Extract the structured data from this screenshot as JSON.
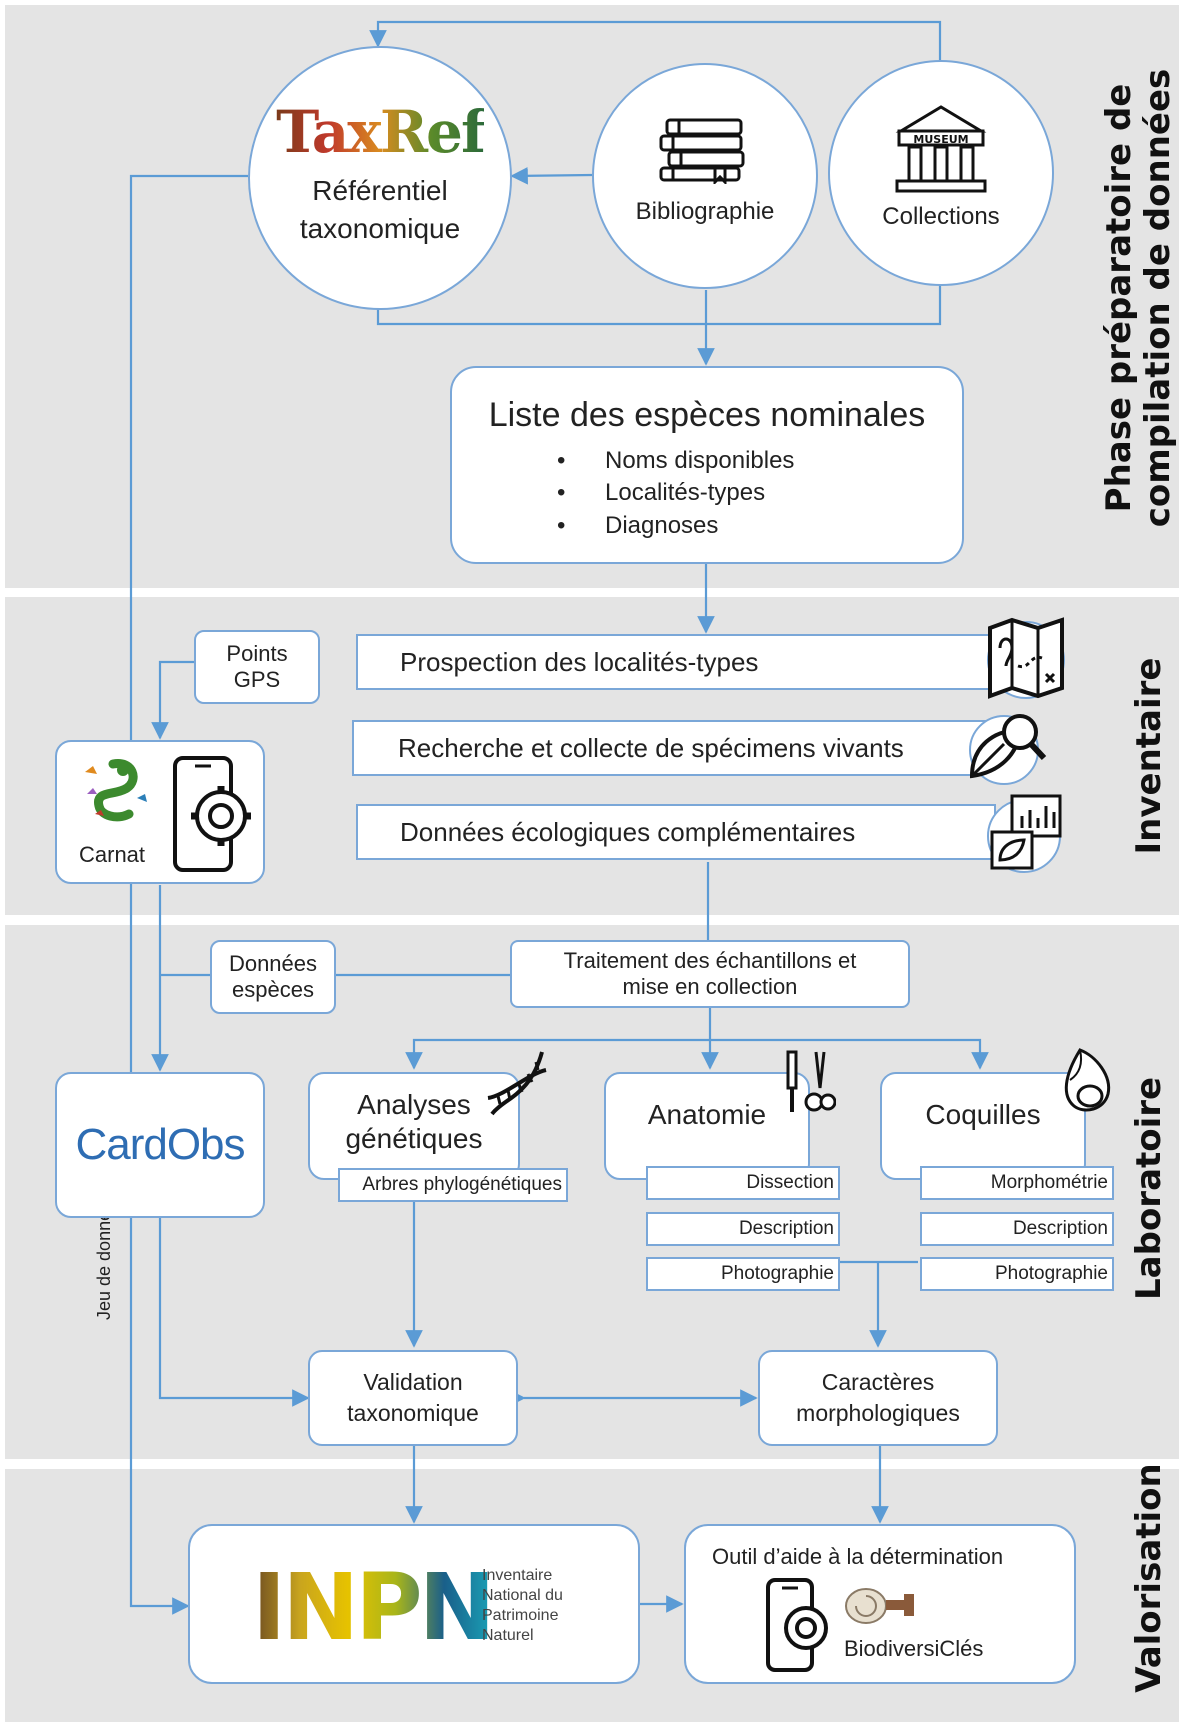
{
  "phases": {
    "compilation": "Phase préparatoire de\ncompilation de données",
    "inventaire": "Inventaire",
    "laboratoire": "Laboratoire",
    "valorisation": "Valorisation"
  },
  "sources": {
    "taxref_logo": "TaxRef",
    "taxref_label": "Référentiel\ntaxonomique",
    "bibliographie": "Bibliographie",
    "museum_sign": "MUSEUM",
    "collections": "Collections"
  },
  "liste": {
    "title": "Liste des espèces nominales",
    "items": [
      "Noms disponibles",
      "Localités-types",
      "Diagnoses"
    ]
  },
  "inventaire": {
    "gps": "Points\nGPS",
    "carnat": "Carnat",
    "steps": [
      "Prospection des localités-types",
      "Recherche et collecte de spécimens vivants",
      "Données écologiques complémentaires"
    ]
  },
  "laboratoire": {
    "donnees_especes": "Données\nespèces",
    "traitement": "Traitement des échantillons et\nmise en collection",
    "cardobs": "CardObs",
    "analyses": "Analyses\ngénétiques",
    "arbres": "Arbres phylogénétiques",
    "anatomie": "Anatomie",
    "anatomie_subs": [
      "Dissection",
      "Description",
      "Photographie"
    ],
    "coquilles": "Coquilles",
    "coquilles_subs": [
      "Morphométrie",
      "Description",
      "Photographie"
    ],
    "validation": "Validation\ntaxonomique",
    "caracteres": "Caractères\nmorphologiques",
    "jeu": "Jeu de données"
  },
  "valorisation": {
    "inpn_logo": "INPN",
    "inpn_text": "Inventaire\nNational du\nPatrimoine\nNaturel",
    "outil": "Outil d’aide à la détermination",
    "biodiversicles": "BiodiversiClés"
  },
  "colors": {
    "line": "#5b9bd5",
    "border": "#7aa7d8",
    "band": "#e4e4e4",
    "cardobs": "#2e6db3"
  }
}
